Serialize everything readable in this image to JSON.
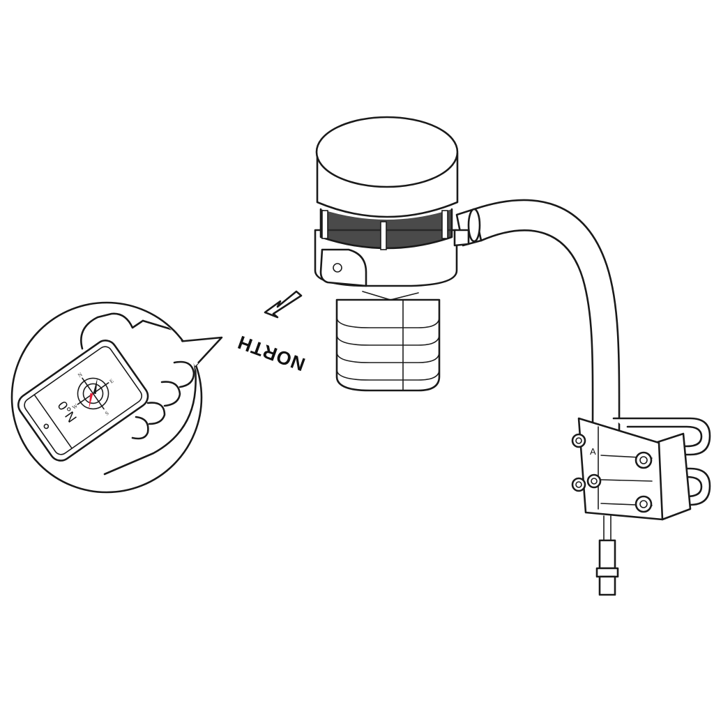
{
  "labels": {
    "north": "NORTH",
    "phone_heading": "0°N",
    "clamp_mark": "A"
  },
  "compass": {
    "directions": [
      "N",
      "E",
      "S",
      "W"
    ]
  },
  "icons": {
    "direction_arrow": "arrow-down-left-icon",
    "compass": "compass-icon"
  },
  "colors": {
    "line": "#1a1a1a",
    "needle": "#e0213a",
    "background": "#ffffff"
  }
}
